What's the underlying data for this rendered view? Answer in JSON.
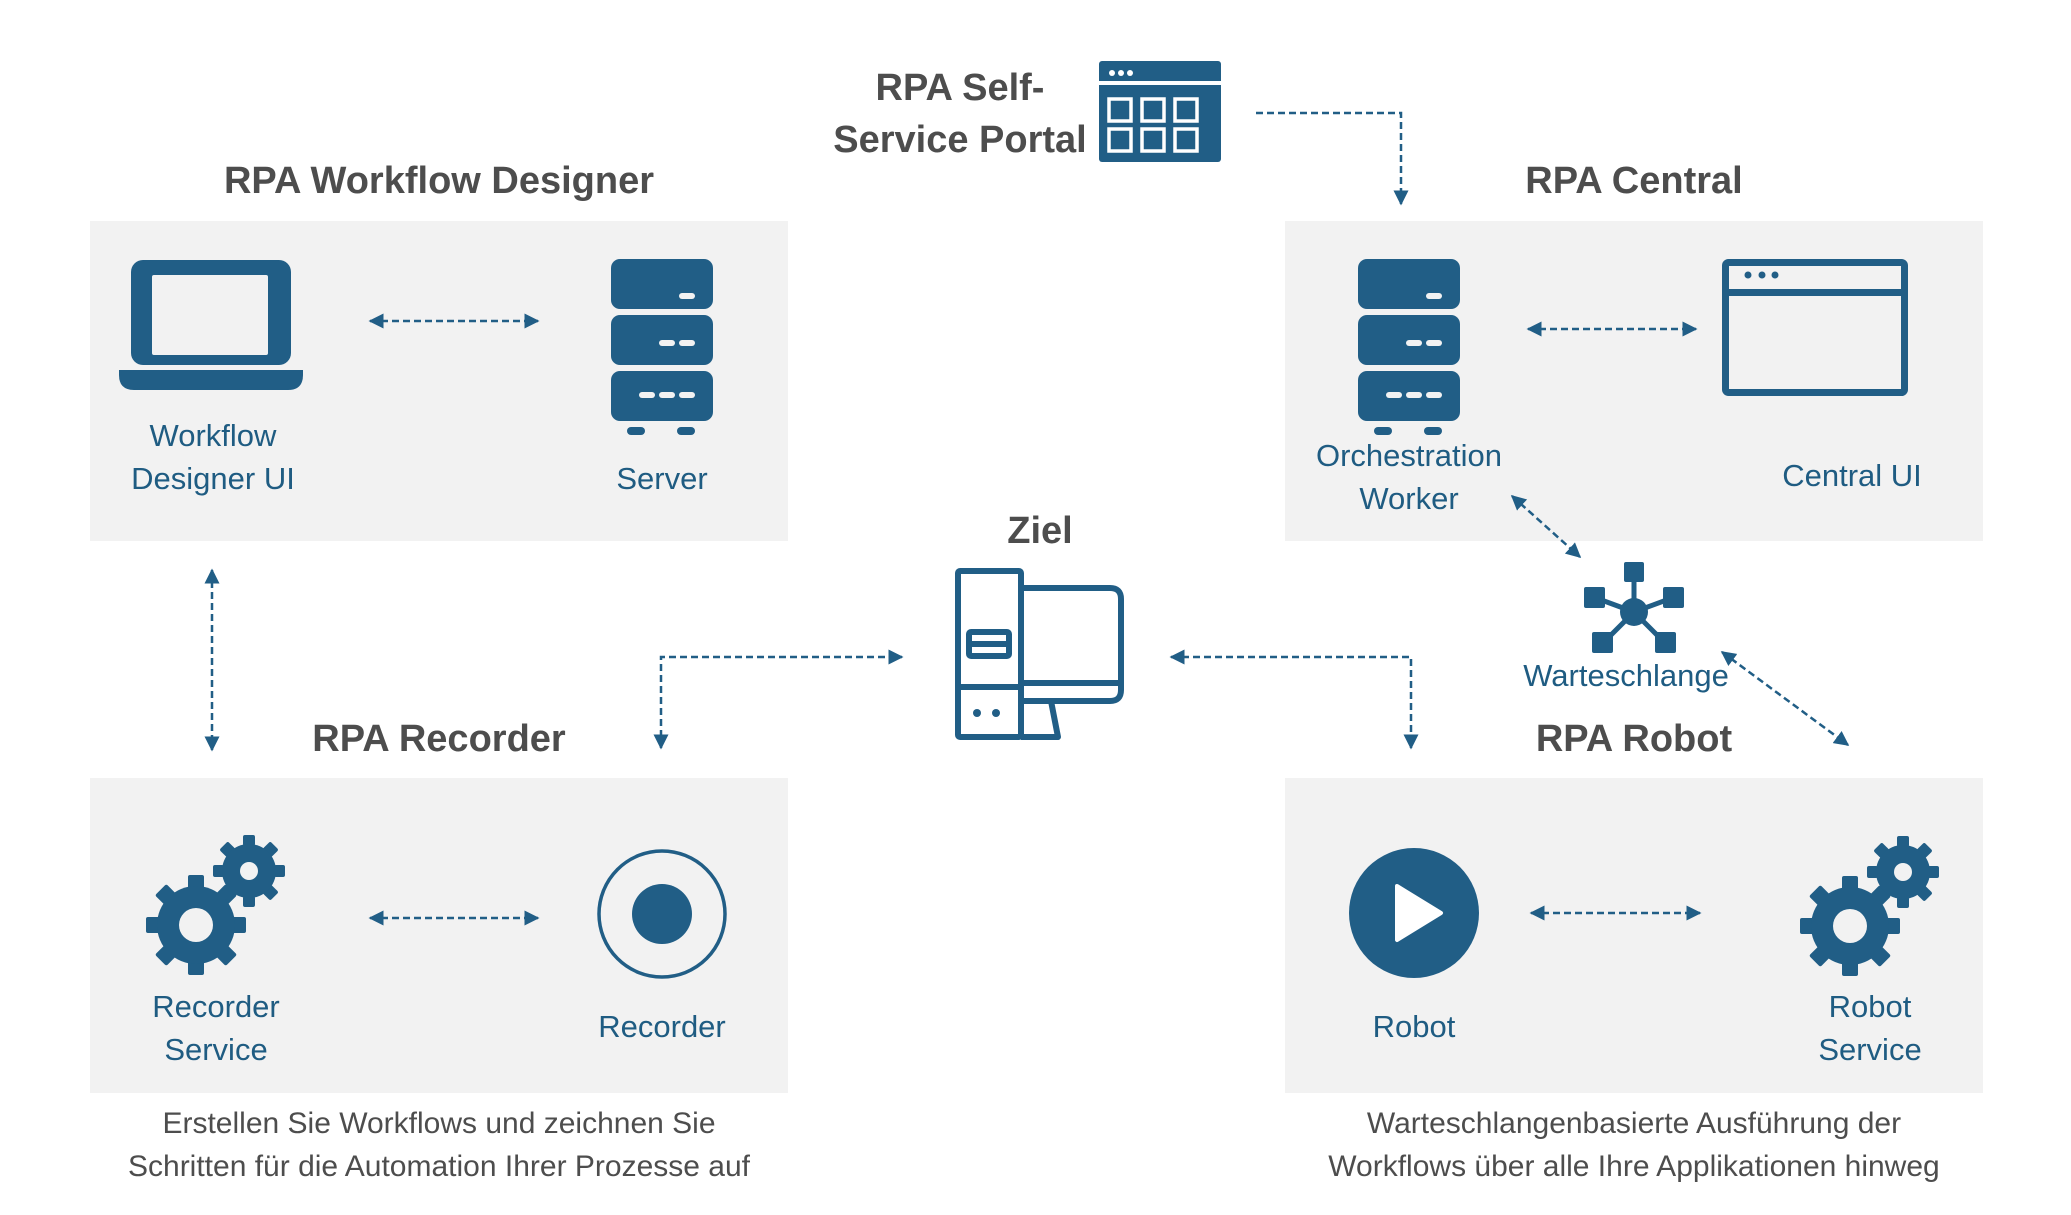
{
  "colors": {
    "primary": "#215e86",
    "title_text": "#4d4d4d",
    "panel_bg": "#f2f2f2"
  },
  "portal": {
    "title_line1": "RPA Self-",
    "title_line2": "Service Portal",
    "icon": "dashboard-grid-icon"
  },
  "designer": {
    "title": "RPA Workflow Designer",
    "left": {
      "line1": "Workflow",
      "line2": "Designer UI",
      "icon": "laptop-icon"
    },
    "right": {
      "line1": "Server",
      "icon": "server-icon"
    }
  },
  "central": {
    "title": "RPA Central",
    "left": {
      "line1": "Orchestration",
      "line2": "Worker",
      "icon": "server-icon"
    },
    "right": {
      "line1": "Central UI",
      "icon": "browser-window-icon"
    }
  },
  "target": {
    "title": "Ziel",
    "icon": "desktop-computer-icon"
  },
  "queue": {
    "label": "Warteschlange",
    "icon": "network-hub-icon"
  },
  "recorder": {
    "title": "RPA Recorder",
    "left": {
      "line1": "Recorder",
      "line2": "Service",
      "icon": "gears-icon"
    },
    "right": {
      "line1": "Recorder",
      "icon": "record-icon"
    },
    "caption_line1": "Erstellen Sie Workflows und zeichnen Sie",
    "caption_line2": "Schritten für die Automation Ihrer Prozesse auf"
  },
  "robot": {
    "title": "RPA Robot",
    "left": {
      "line1": "Robot",
      "icon": "play-icon"
    },
    "right": {
      "line1": "Robot",
      "line2": "Service",
      "icon": "gears-icon"
    },
    "caption_line1": "Warteschlangenbasierte Ausführung der",
    "caption_line2": "Workflows über alle Ihre Applikationen hinweg"
  }
}
